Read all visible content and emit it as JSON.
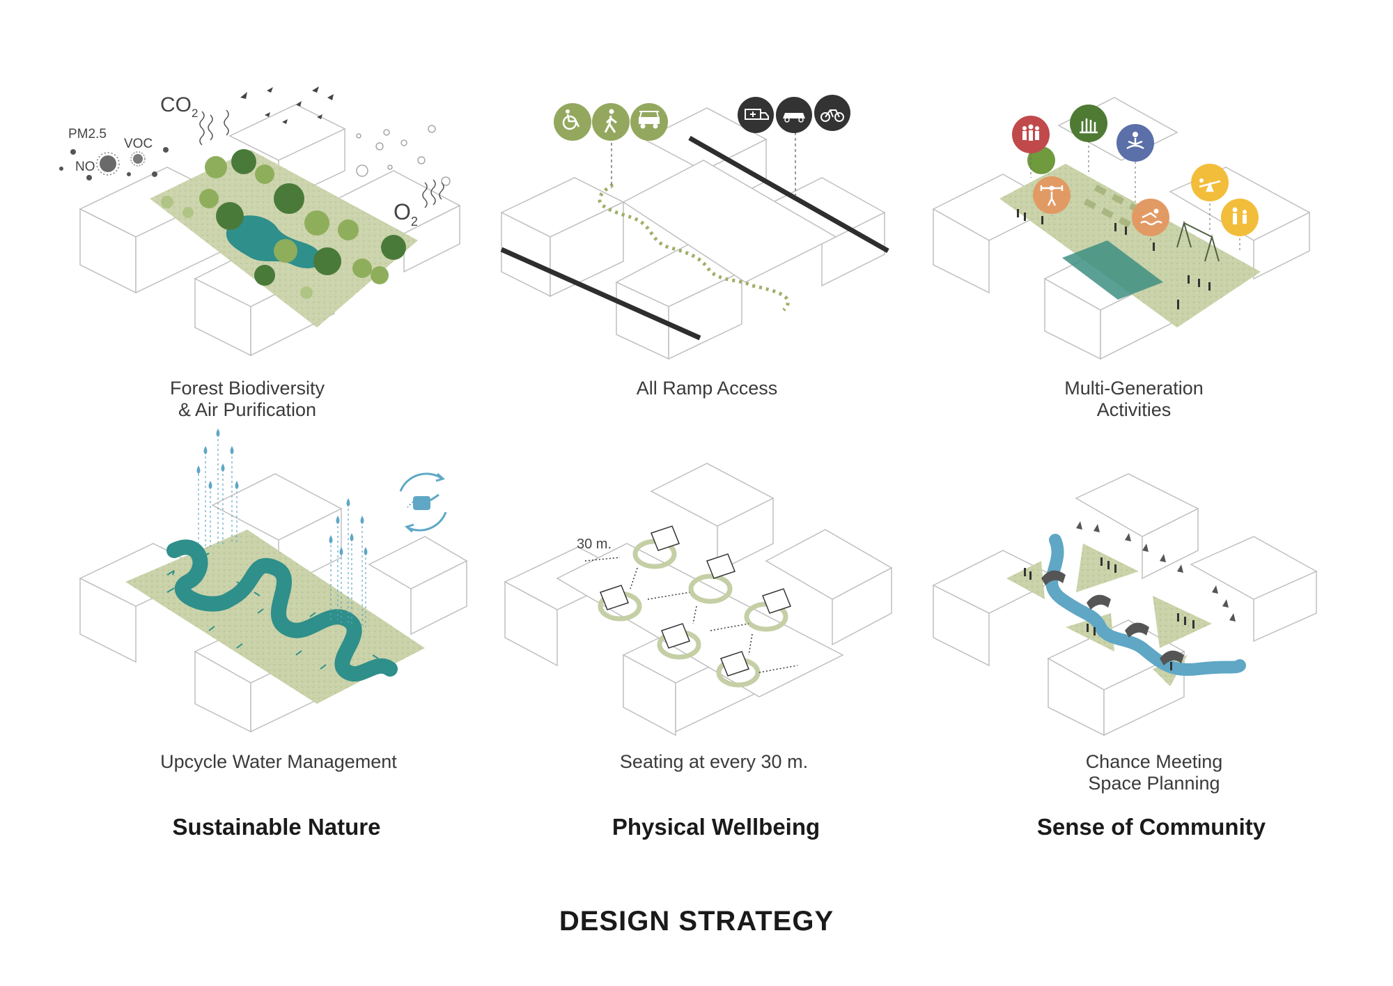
{
  "main_title": "DESIGN STRATEGY",
  "colors": {
    "grass": "#c5cfa6",
    "water": "#2f8f8a",
    "water_light": "#5fa7c5",
    "tree_dark": "#4a7a3a",
    "tree_light": "#8fae5c",
    "icon_dark": "#333333",
    "icon_green": "#93a85e",
    "red": "#c0494c",
    "dark_green": "#4f7a34",
    "blue_purple": "#5b6fa8",
    "orange": "#e29a65",
    "yellow": "#f2bd3a"
  },
  "panels": {
    "forest": {
      "caption_line1": "Forest Biodiversity",
      "caption_line2": "& Air Purification",
      "labels": {
        "co2": "CO",
        "co2_sub": "2",
        "pm25": "PM2.5",
        "voc": "VOC",
        "no": "NO",
        "o2": "O",
        "o2_sub": "2"
      }
    },
    "ramp": {
      "caption_line1": "All Ramp Access"
    },
    "activities": {
      "caption_line1": "Multi-Generation",
      "caption_line2": "Activities"
    },
    "water": {
      "caption_line1": "Upcycle Water Management"
    },
    "seating": {
      "caption_line1": "Seating at every 30 m.",
      "distance_label": "30 m."
    },
    "meeting": {
      "caption_line1": "Chance Meeting",
      "caption_line2": "Space Planning"
    }
  },
  "groups": {
    "nature": "Sustainable Nature",
    "wellbeing": "Physical Wellbeing",
    "community": "Sense of Community"
  },
  "icons": {
    "ramp_top": [
      "wheelchair-icon",
      "pedestrian-icon",
      "golf-cart-icon"
    ],
    "vehicles": [
      "ambulance-icon",
      "car-icon",
      "bicycle-icon"
    ],
    "activities": [
      "family-icon",
      "garden-icon",
      "meditation-icon",
      "fitness-icon",
      "swimming-icon",
      "seesaw-icon",
      "children-icon"
    ]
  }
}
